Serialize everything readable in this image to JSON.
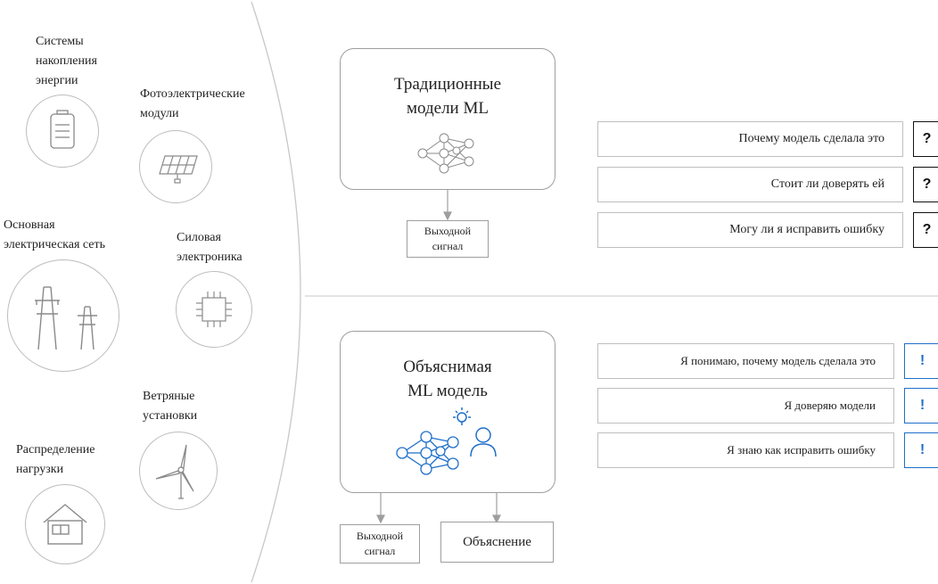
{
  "components": {
    "storage": "Системы\nнакопления\nэнергии",
    "pv": "Фотоэлектрические\nмодули",
    "grid": "Основная\nэлектрическая сеть",
    "power_electronics": "Силовая\nэлектроника",
    "wind": "Ветряные\nустановки",
    "load": "Распределение\nнагрузки"
  },
  "traditional": {
    "title": "Традиционные\nмодели ML",
    "output": "Выходной\nсигнал",
    "questions": [
      "Почему модель сделала это",
      "Стоит ли доверять ей",
      "Могу ли я исправить ошибку"
    ],
    "mark": "?"
  },
  "explainable": {
    "title": "Объяснимая\nML модель",
    "output": "Выходной\nсигнал",
    "explanation": "Объяснение",
    "answers": [
      "Я понимаю, почему модель сделала это",
      "Я доверяю модели",
      "Я знаю как исправить ошибку"
    ],
    "mark": "!"
  },
  "colors": {
    "accent": "#1f6fc9",
    "line": "#bdbdbd",
    "icon": "#8a8a8a"
  }
}
